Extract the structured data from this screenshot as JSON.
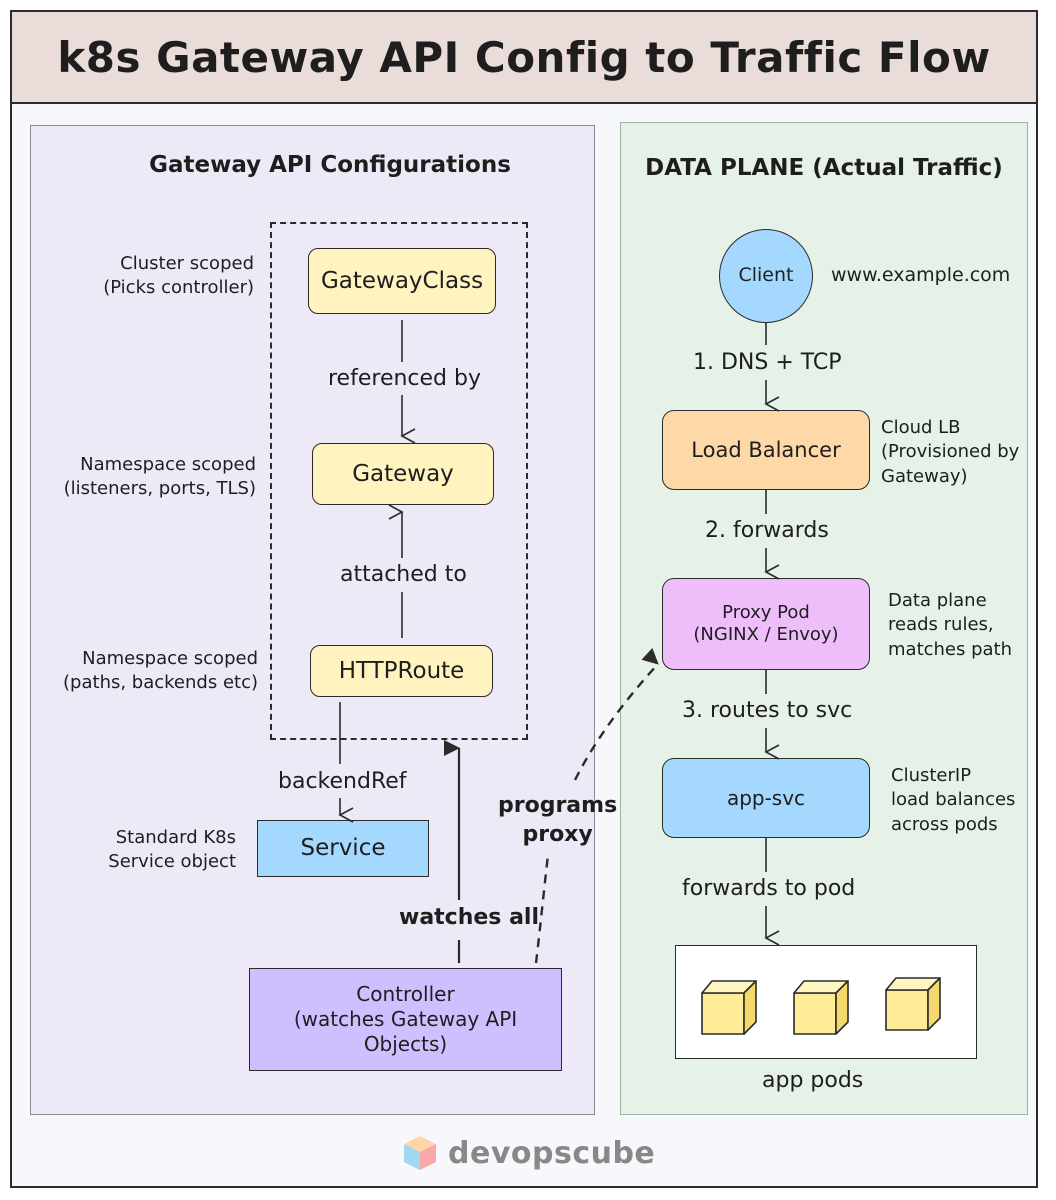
{
  "title": "k8s Gateway API Config to Traffic Flow",
  "left_panel": {
    "heading": "Gateway API Configurations",
    "notes": {
      "cluster_line1": "Cluster scoped",
      "cluster_line2": "(Picks controller)",
      "gw_line1": "Namespace scoped",
      "gw_line2": "(listeners, ports, TLS)",
      "route_line1": "Namespace scoped",
      "route_line2": "(paths, backends etc)",
      "svc_line1": "Standard K8s",
      "svc_line2": "Service object"
    },
    "nodes": {
      "gateway_class": "GatewayClass",
      "gateway": "Gateway",
      "http_route": "HTTPRoute",
      "service": "Service",
      "controller_line1": "Controller",
      "controller_line2": "(watches Gateway API Objects)"
    },
    "edges": {
      "referenced_by": "referenced by",
      "attached_to": "attached to",
      "backend_ref": "backendRef",
      "watches_all": "watches all",
      "programs_line1": "programs",
      "programs_line2": "proxy"
    }
  },
  "right_panel": {
    "heading": "DATA PLANE (Actual Traffic)",
    "client": "Client",
    "host": "www.example.com",
    "nodes": {
      "load_balancer": "Load Balancer",
      "proxy_line1": "Proxy Pod",
      "proxy_line2": "(NGINX / Envoy)",
      "app_svc": "app-svc",
      "app_pods": "app pods"
    },
    "notes": {
      "lb_line1": "Cloud LB",
      "lb_line2": "(Provisioned by",
      "lb_line3": "Gateway)",
      "proxy_line1": "Data plane",
      "proxy_line2": "reads rules,",
      "proxy_line3": "matches path",
      "svc_line1": "ClusterIP",
      "svc_line2": "load balances",
      "svc_line3": "across pods"
    },
    "edges": {
      "dns_tcp": "1. DNS + TCP",
      "forwards": "2. forwards",
      "routes_to_svc": "3. routes to svc",
      "forwards_to_pod": "forwards to pod"
    }
  },
  "brand": "devopscube",
  "colors": {
    "title_bg": "#eadcd8",
    "left_bg": "#ede9f7",
    "right_bg": "#e6f2e8",
    "yellow": "#fff3bf",
    "service": "#a5d8ff",
    "controller": "#d0bfff",
    "lb": "#ffd8a8",
    "proxy": "#eebefa",
    "pod": "#ffec99"
  }
}
